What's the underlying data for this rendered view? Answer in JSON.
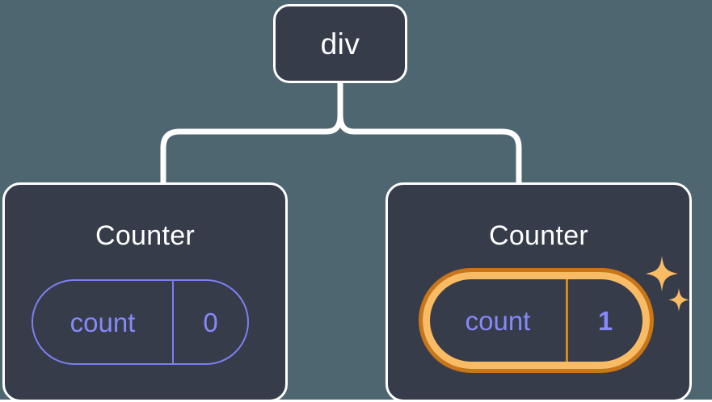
{
  "diagram": {
    "type": "component-tree",
    "background_color": "#4d666f",
    "node_fill_color": "#363c4a",
    "node_border_color": "#ffffff",
    "connector_color": "#ffffff",
    "accent_purple": "#8589f7",
    "highlight_outer_orange": "#c97518",
    "highlight_inner_orange": "#f9bc64",
    "root": {
      "label": "div"
    },
    "children": [
      {
        "title": "Counter",
        "state": {
          "key": "count",
          "value": "0"
        },
        "highlighted": false
      },
      {
        "title": "Counter",
        "state": {
          "key": "count",
          "value": "1"
        },
        "highlighted": true,
        "sparkle_count": 2
      }
    ]
  }
}
